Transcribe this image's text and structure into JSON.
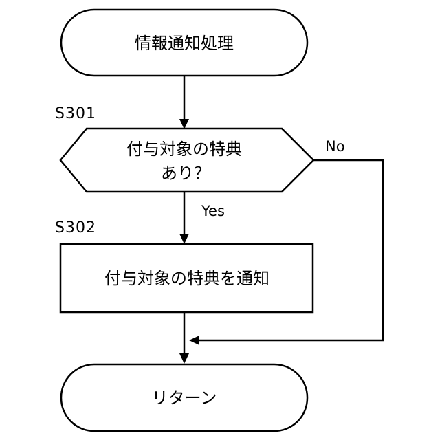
{
  "flowchart": {
    "start": {
      "label": "情報通知処理"
    },
    "decision": {
      "step": "S301",
      "lines": [
        "付与対象の特典",
        "あり？"
      ],
      "yes_label": "Yes",
      "no_label": "No"
    },
    "process": {
      "step": "S302",
      "label": "付与対象の特典を通知"
    },
    "end": {
      "label": "リターン"
    }
  }
}
